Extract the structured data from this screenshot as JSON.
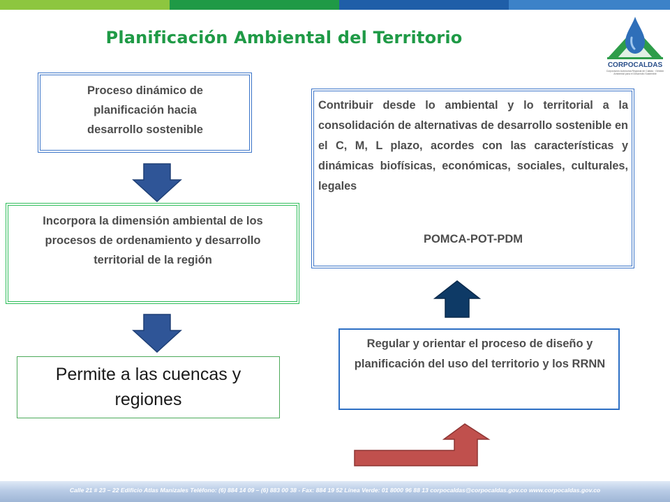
{
  "title": "Planificación Ambiental del Territorio",
  "logo": {
    "name": "CORPOCALDAS",
    "subtitle": "Corporación Autónoma Regional de Caldas · Gestión Ambiental para el Desarrollo Sostenible"
  },
  "boxes": {
    "proceso": "Proceso dinámico de planificación hacia desarrollo sostenible",
    "incorpora": "Incorpora la dimensión ambiental de los procesos de ordenamiento y desarrollo territorial de la región",
    "permite": "Permite a las cuencas y regiones",
    "contribuir": "Contribuir desde lo ambiental y lo territorial a la consolidación de alternativas de desarrollo sostenible en el C, M, L plazo, acordes con las características y dinámicas biofísicas, económicas, sociales, culturales, legales",
    "pomca": "POMCA-POT-PDM",
    "regular": "Regular y orientar el proceso de diseño y planificación del uso del territorio y los RRNN"
  },
  "footer": "Calle 21 # 23 – 22 Edificio Atlas Manizales Teléfono: (6) 884 14 09 – (6) 883 00 38 - Fax: 884 19 52 Línea Verde: 01 8000 96 88 13 corpocaldas@corpocaldas.gov.co www.corpocaldas.gov.co",
  "colors": {
    "title_green": "#1f9a46",
    "box_blue": "#3b74c8",
    "box_green": "#2ebd5a",
    "arrow_down_fill": "#2f5597",
    "arrow_up_fill": "#0e3a66",
    "bent_arrow_fill": "#c0504d",
    "topbar": [
      "#8dc63f",
      "#1f9a46",
      "#1f5ea8",
      "#3c82c8"
    ]
  },
  "icons": [
    "water-drop-logo-icon",
    "down-arrow-icon",
    "up-arrow-icon",
    "bent-arrow-icon"
  ]
}
